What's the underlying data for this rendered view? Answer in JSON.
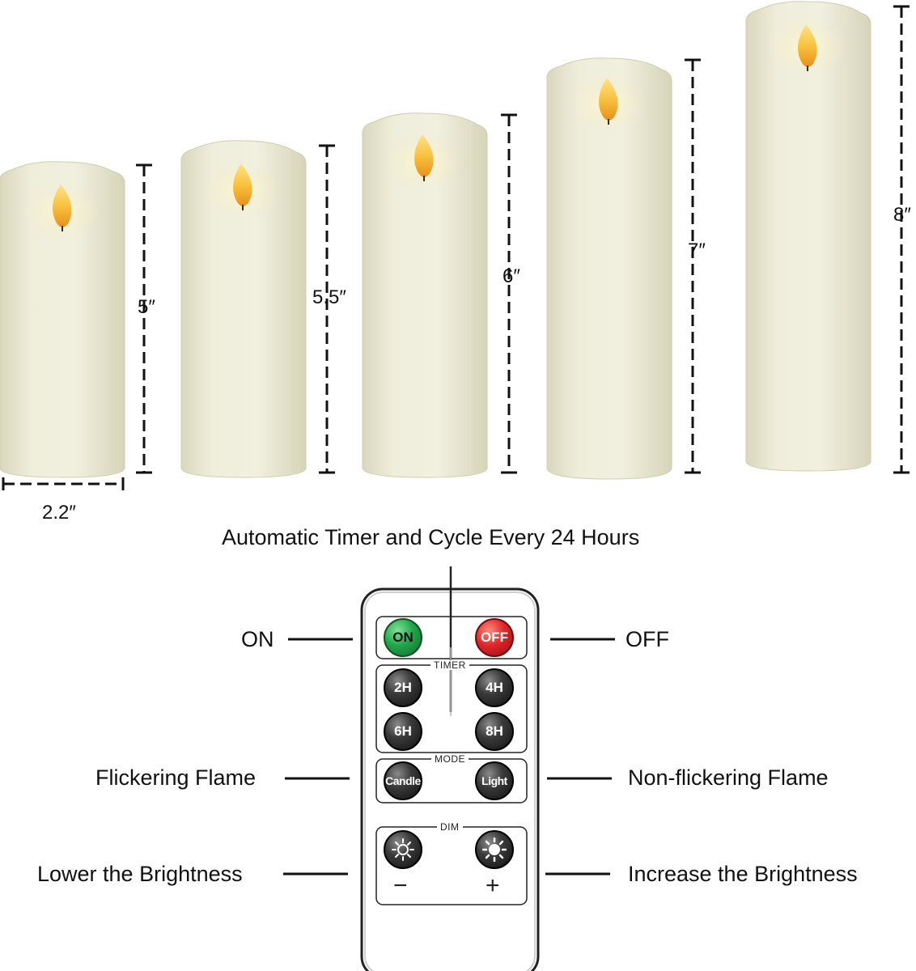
{
  "candles": [
    {
      "height_label": "5″"
    },
    {
      "height_label": "5.5″"
    },
    {
      "height_label": "6″"
    },
    {
      "height_label": "7″"
    },
    {
      "height_label": "8″"
    }
  ],
  "diameter_label": "2.2″",
  "timer_caption": "Automatic Timer and Cycle Every 24 Hours",
  "remote": {
    "power": {
      "on": "ON",
      "off": "OFF"
    },
    "timer": {
      "title": "TIMER",
      "buttons": [
        "2H",
        "4H",
        "6H",
        "8H"
      ]
    },
    "mode": {
      "title": "MODE",
      "candle": "Candle",
      "light": "Light"
    },
    "dim": {
      "title": "DIM",
      "minus": "−",
      "plus": "+"
    }
  },
  "callouts": {
    "on": "ON",
    "off": "OFF",
    "flicker": "Flickering Flame",
    "non_flicker": "Non-flickering Flame",
    "lower": "Lower the Brightness",
    "increase": "Increase the Brightness"
  },
  "colors": {
    "wax": "#ecebd6",
    "flame": "#f7c24a",
    "on_button": "#22a64a",
    "off_button": "#e0262a"
  }
}
